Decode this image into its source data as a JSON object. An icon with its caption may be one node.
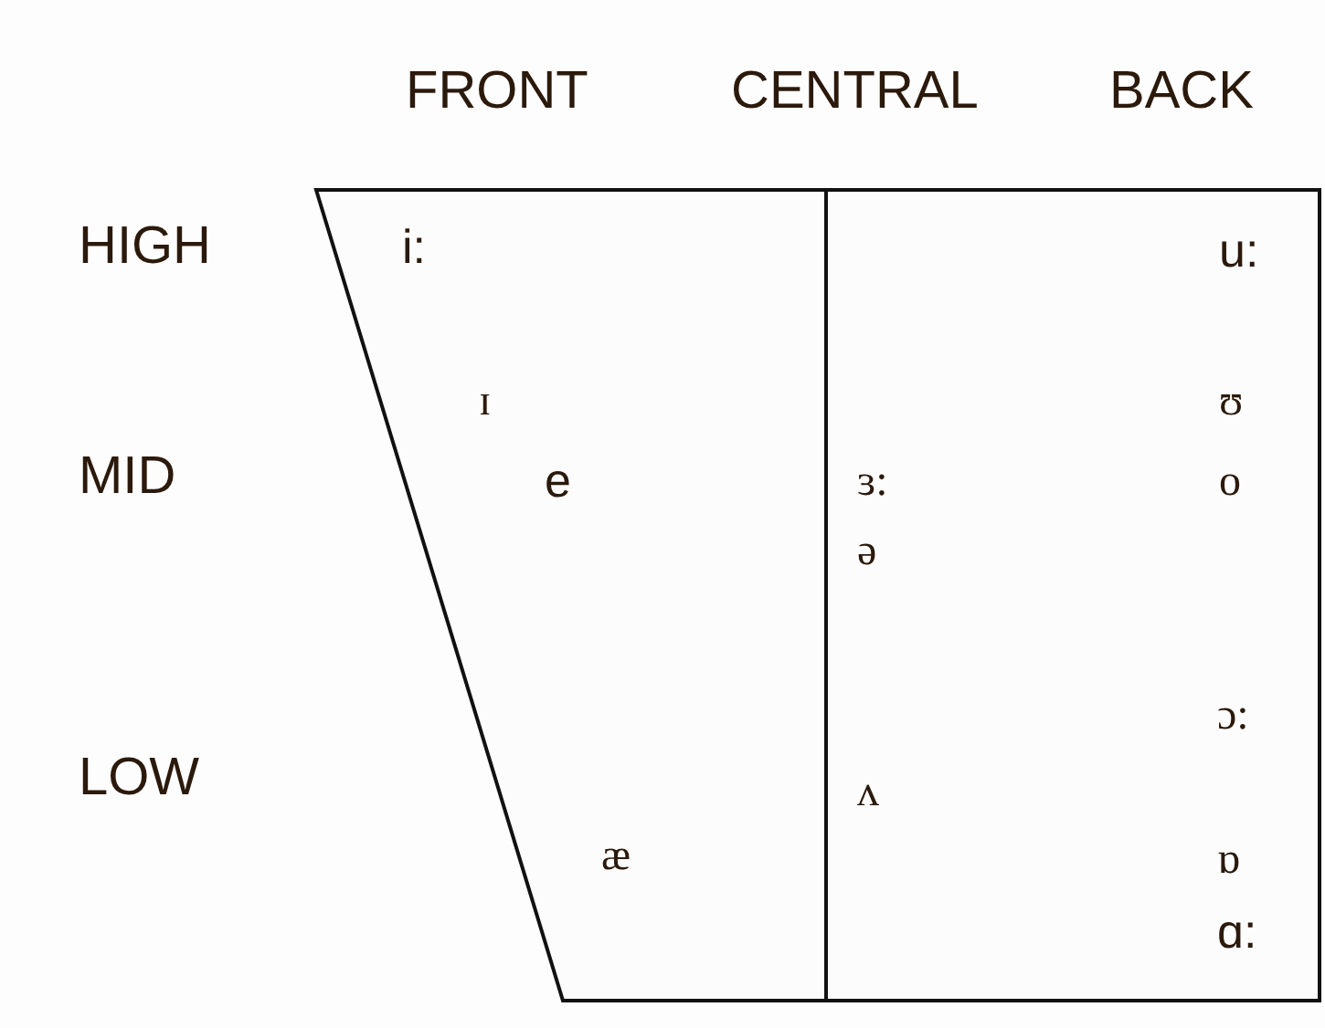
{
  "diagram": {
    "labels": [
      "FRONT",
      "CENTRAL",
      "BACK",
      "HIGH",
      "i:",
      "u:",
      "ɪ",
      "ʊ",
      "MID",
      "e",
      "ɜ:",
      "o",
      "ə",
      "ɔ:",
      "LOW",
      "ʌ",
      "æ",
      "ɒ",
      "ɑ:"
    ]
  }
}
